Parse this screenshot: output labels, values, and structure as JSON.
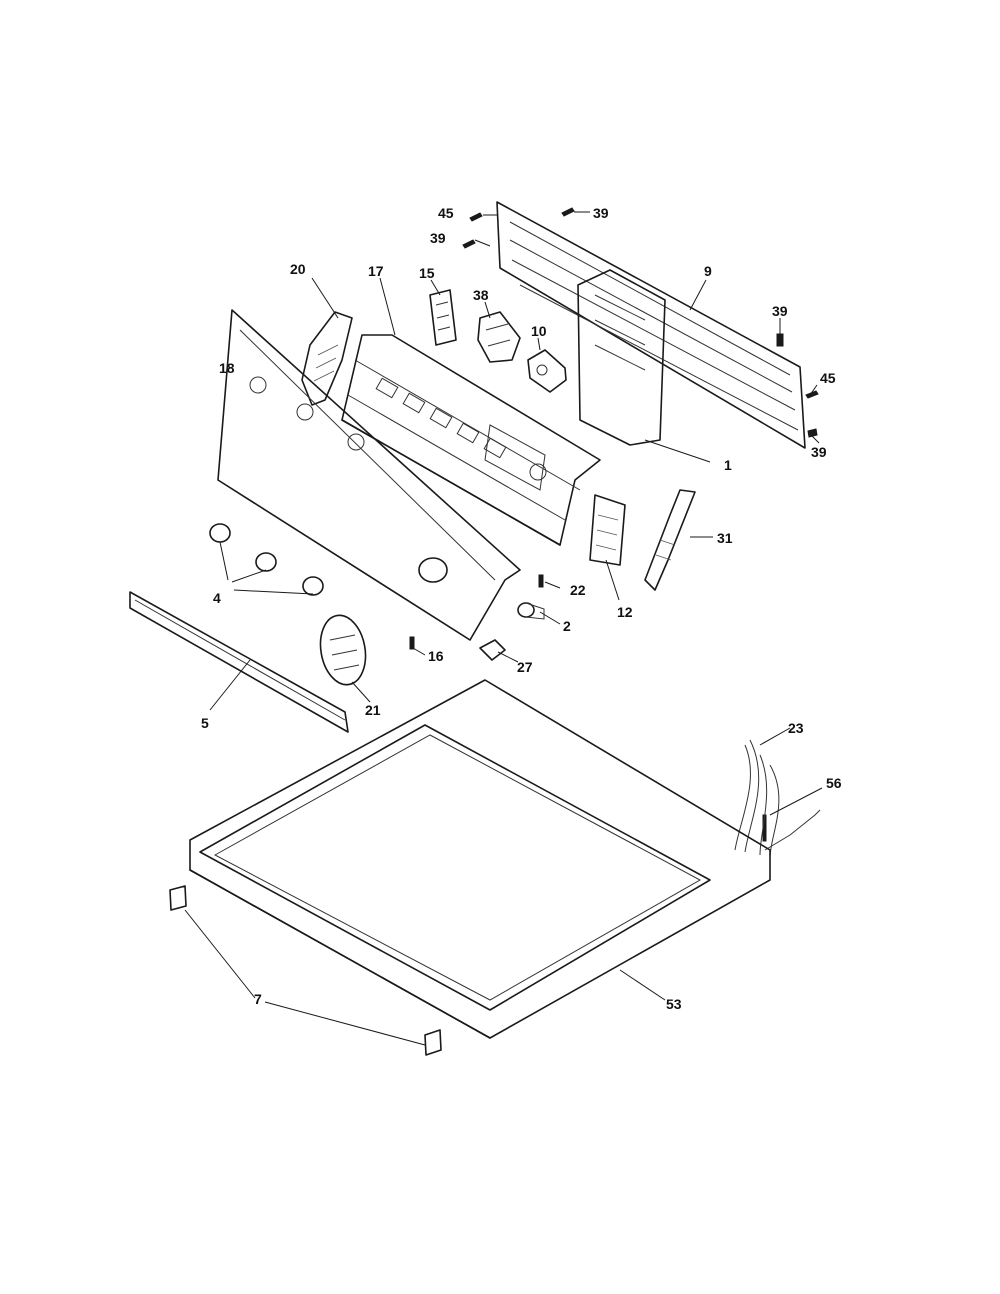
{
  "callouts": {
    "c45a": "45",
    "c39a": "39",
    "c39b": "39",
    "c9": "9",
    "c39c": "39",
    "c45b": "45",
    "c39d": "39",
    "c20": "20",
    "c17": "17",
    "c15": "15",
    "c38": "38",
    "c10": "10",
    "c18": "18",
    "c1": "1",
    "c31": "31",
    "c4": "4",
    "c22": "22",
    "c12": "12",
    "c2": "2",
    "c16": "16",
    "c27": "27",
    "c5": "5",
    "c21": "21",
    "c23": "23",
    "c56": "56",
    "c7": "7",
    "c53": "53"
  }
}
